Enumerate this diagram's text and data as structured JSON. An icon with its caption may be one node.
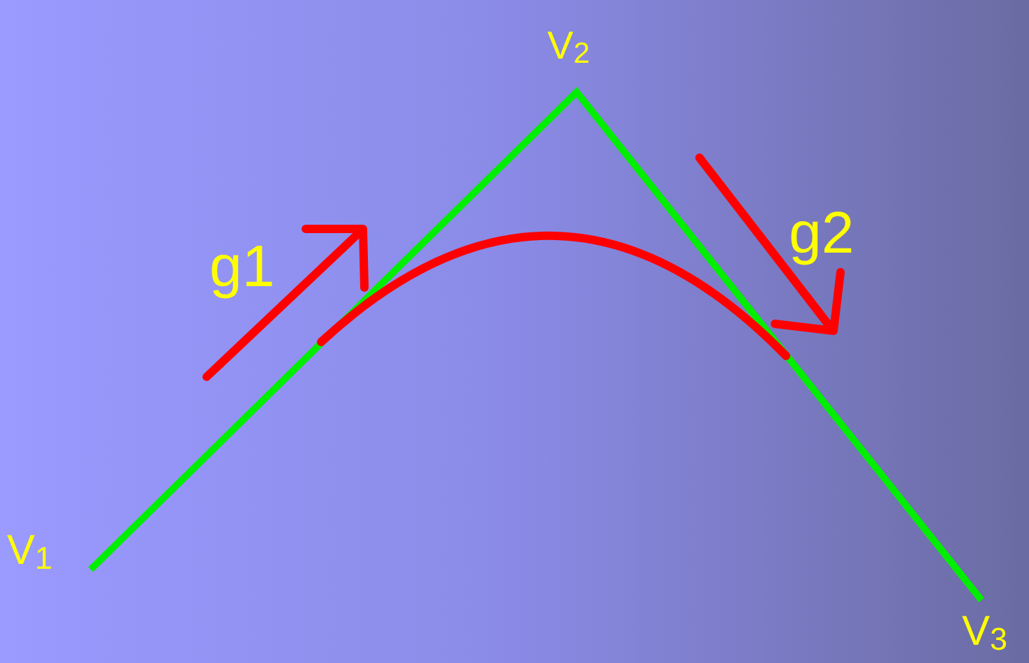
{
  "diagram": {
    "labels": [
      "V$_{2}$",
      "g1",
      "g2",
      "V$_{1}$",
      "V$_{3}$"
    ]
  }
}
